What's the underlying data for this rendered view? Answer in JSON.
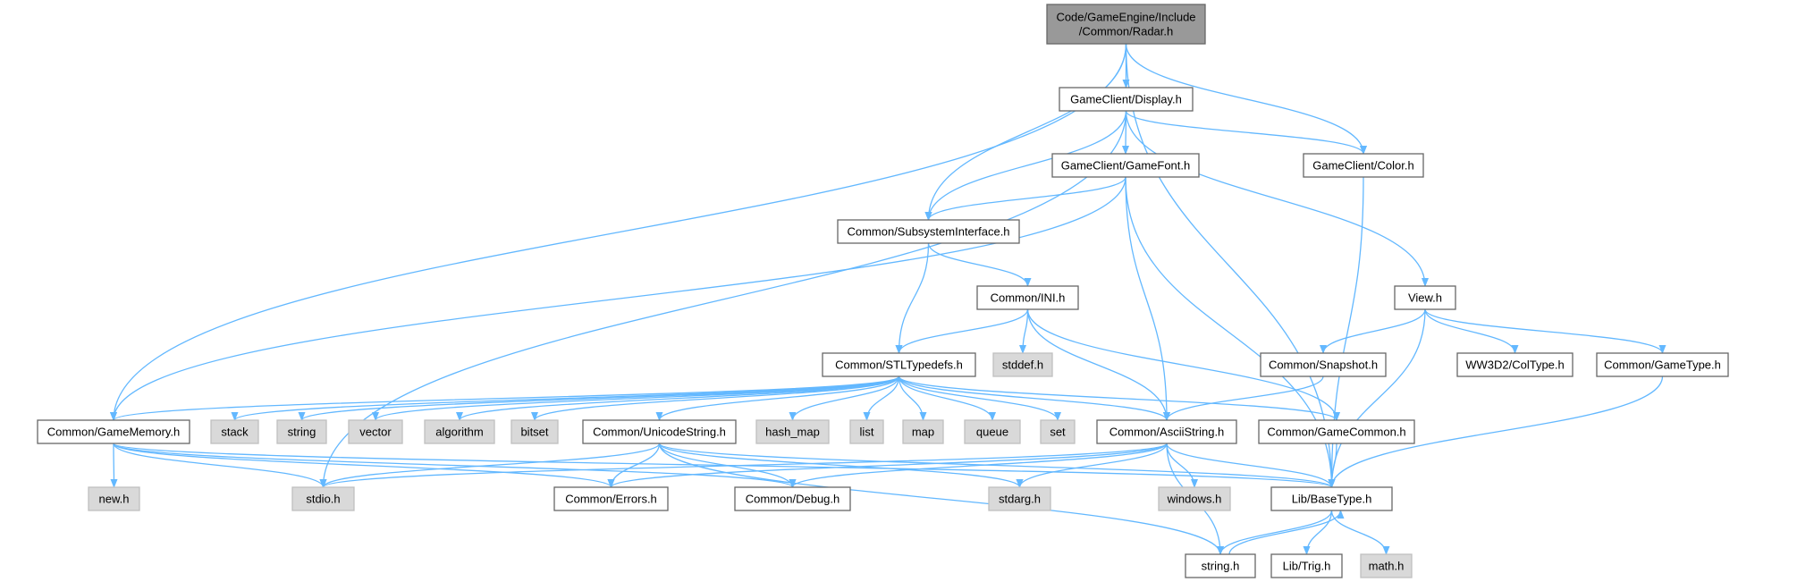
{
  "colors": {
    "edge": "#63b8ff",
    "root_fill": "#999999",
    "system_fill": "#d9d9d9",
    "node_fill": "#ffffff"
  },
  "nodes": {
    "radar": [
      "Code/GameEngine/Include",
      "/Common/Radar.h"
    ],
    "display": [
      "GameClient/Display.h"
    ],
    "gamefont": [
      "GameClient/GameFont.h"
    ],
    "color": [
      "GameClient/Color.h"
    ],
    "subsys": [
      "Common/SubsystemInterface.h"
    ],
    "ini": [
      "Common/INI.h"
    ],
    "view": [
      "View.h"
    ],
    "stltd": [
      "Common/STLTypedefs.h"
    ],
    "stddef": [
      "stddef.h"
    ],
    "snapshot": [
      "Common/Snapshot.h"
    ],
    "ww3d": [
      "WW3D2/ColType.h"
    ],
    "gametype": [
      "Common/GameType.h"
    ],
    "gamemem": [
      "Common/GameMemory.h"
    ],
    "stack": [
      "stack"
    ],
    "string": [
      "string"
    ],
    "vector": [
      "vector"
    ],
    "algorithm": [
      "algorithm"
    ],
    "bitset": [
      "bitset"
    ],
    "unicode": [
      "Common/UnicodeString.h"
    ],
    "hashmap": [
      "hash_map"
    ],
    "list": [
      "list"
    ],
    "map": [
      "map"
    ],
    "queue": [
      "queue"
    ],
    "set": [
      "set"
    ],
    "ascii": [
      "Common/AsciiString.h"
    ],
    "gamecommon": [
      "Common/GameCommon.h"
    ],
    "newh": [
      "new.h"
    ],
    "stdio": [
      "stdio.h"
    ],
    "errors": [
      "Common/Errors.h"
    ],
    "debug": [
      "Common/Debug.h"
    ],
    "stdarg": [
      "stdarg.h"
    ],
    "windows": [
      "windows.h"
    ],
    "basetype": [
      "Lib/BaseType.h"
    ],
    "stringh": [
      "string.h"
    ],
    "trig": [
      "Lib/Trig.h"
    ],
    "math": [
      "math.h"
    ]
  }
}
